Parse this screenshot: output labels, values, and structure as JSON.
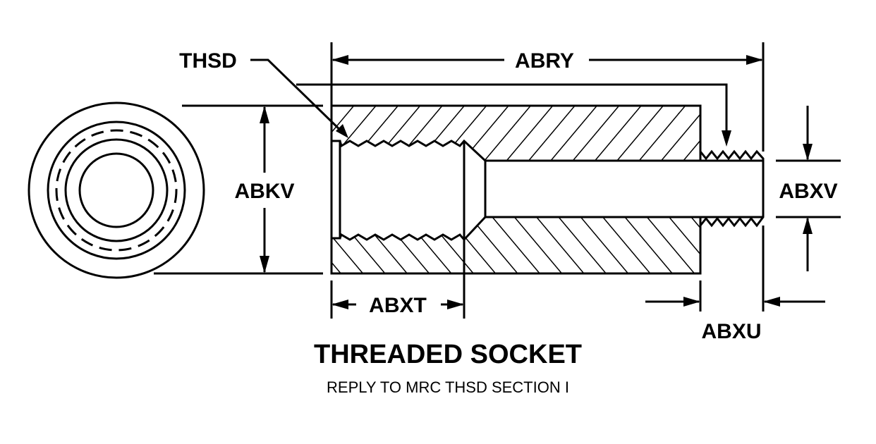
{
  "labels": {
    "thsd": "THSD",
    "abry": "ABRY",
    "abkv": "ABKV",
    "abxv": "ABXV",
    "abxt": "ABXT",
    "abxu": "ABXU"
  },
  "title": "THREADED SOCKET",
  "subtitle": "REPLY TO MRC THSD SECTION I",
  "colors": {
    "line": "#000000",
    "background": "#ffffff"
  }
}
